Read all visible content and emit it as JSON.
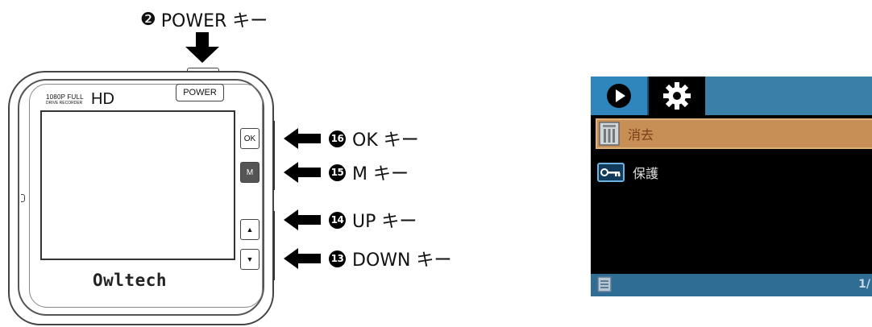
{
  "device": {
    "brand_top": "1080P FULL",
    "brand_bottom": "DRIVE RECORDER",
    "brand_hd": "HD",
    "power_label": "POWER",
    "key_ok": "OK",
    "key_m": "M",
    "key_up": "▲",
    "key_down": "▼",
    "logo": "Owltech"
  },
  "callouts": {
    "power": {
      "number": "❷",
      "label": "POWER キー"
    },
    "ok": {
      "number": "16",
      "label": "OK キー"
    },
    "m": {
      "number": "15",
      "label": "M キー"
    },
    "up": {
      "number": "14",
      "label": "UP キー"
    },
    "down": {
      "number": "13",
      "label": "DOWN キー"
    }
  },
  "menu": {
    "items": [
      {
        "label": "消去",
        "icon": "trash-icon",
        "selected": true
      },
      {
        "label": "保護",
        "icon": "key-icon",
        "selected": false
      }
    ],
    "page": "1/",
    "colors": {
      "tab_bar": "#3a7fa8",
      "selected_row": "#c78f55",
      "bottom_bar": "#2f6d94"
    }
  }
}
